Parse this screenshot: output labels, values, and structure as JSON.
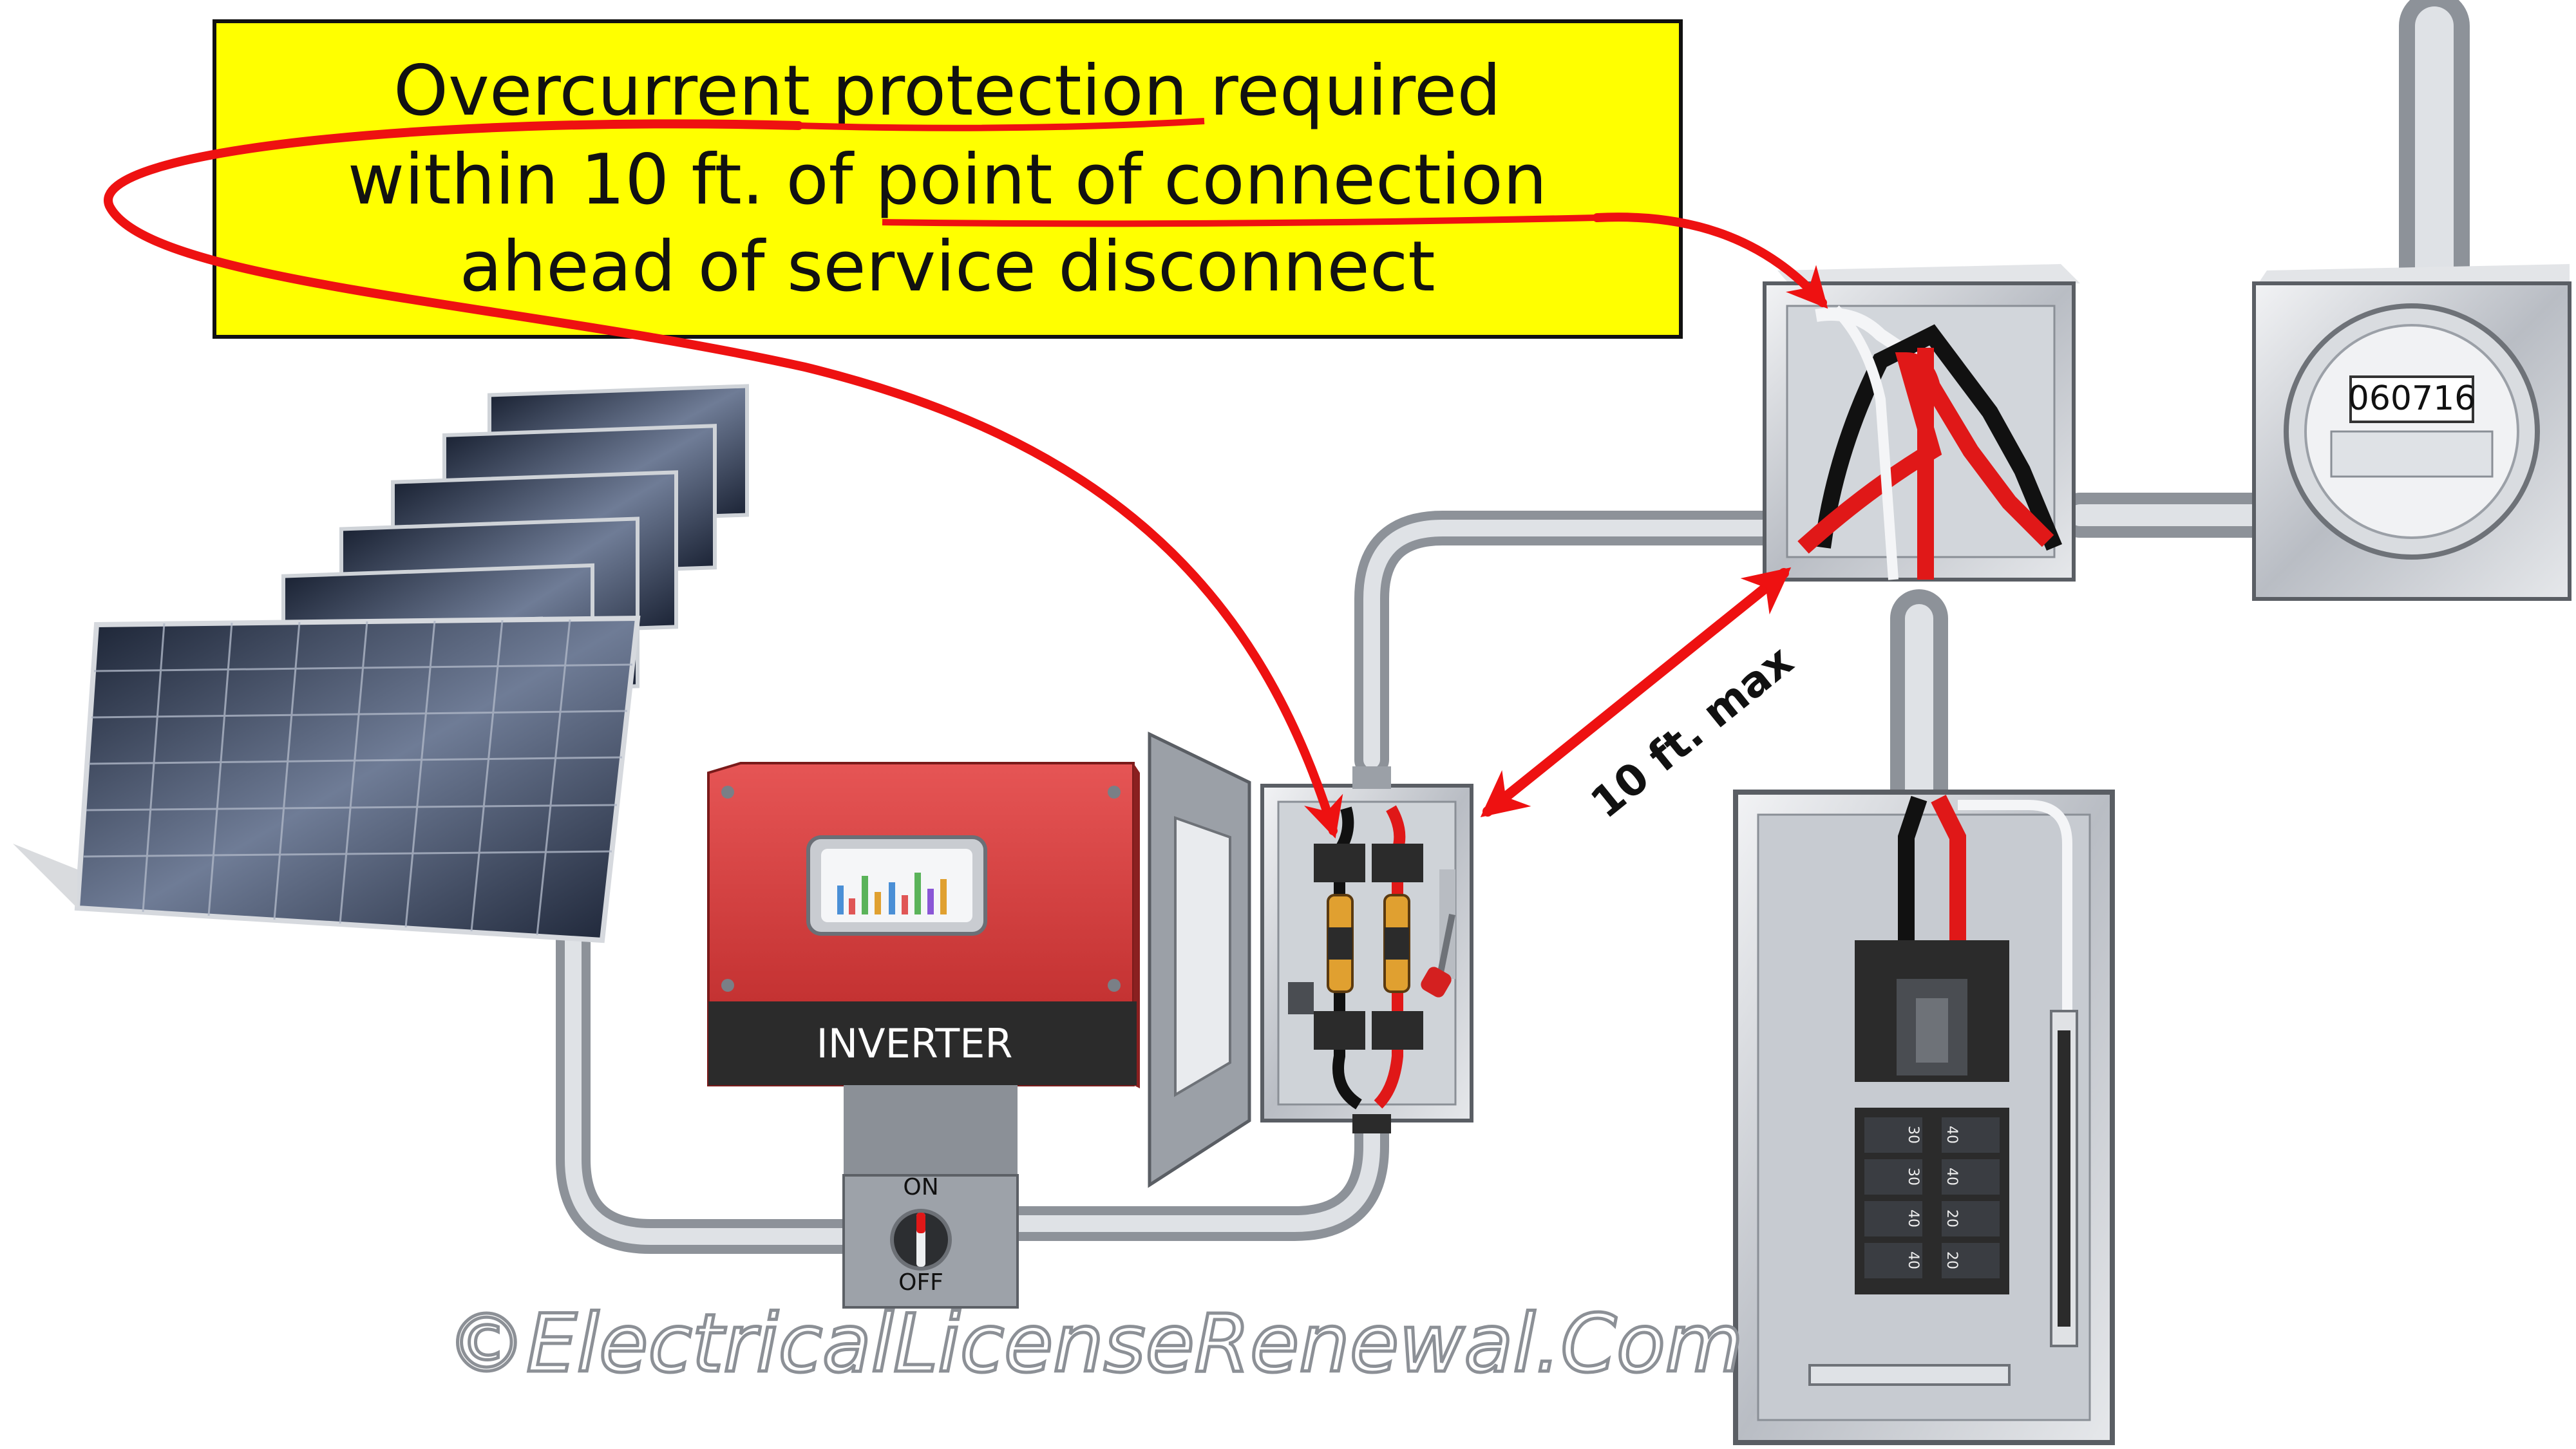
{
  "callout": {
    "line1": "Overcurrent protection required",
    "line2": "within 10 ft. of point of connection",
    "line3": "ahead of service disconnect"
  },
  "inverter": {
    "label": "INVERTER"
  },
  "ac_disconnect": {
    "on_label": "ON",
    "off_label": "OFF"
  },
  "meter": {
    "reading": "060716"
  },
  "distance": {
    "label": "10 ft. max"
  },
  "panel": {
    "breakers_left": [
      "30",
      "30",
      "40",
      "40"
    ],
    "breakers_right": [
      "40",
      "40",
      "20",
      "20"
    ]
  },
  "watermark": "©ElectricalLicenseRenewal.Com",
  "colors": {
    "callout_fill": "#ffff00",
    "arrow": "#ee1111",
    "inverter_red": "#d63a3a",
    "conduit": "#b8bcc2",
    "wire_red": "#e01818",
    "wire_black": "#111111"
  }
}
